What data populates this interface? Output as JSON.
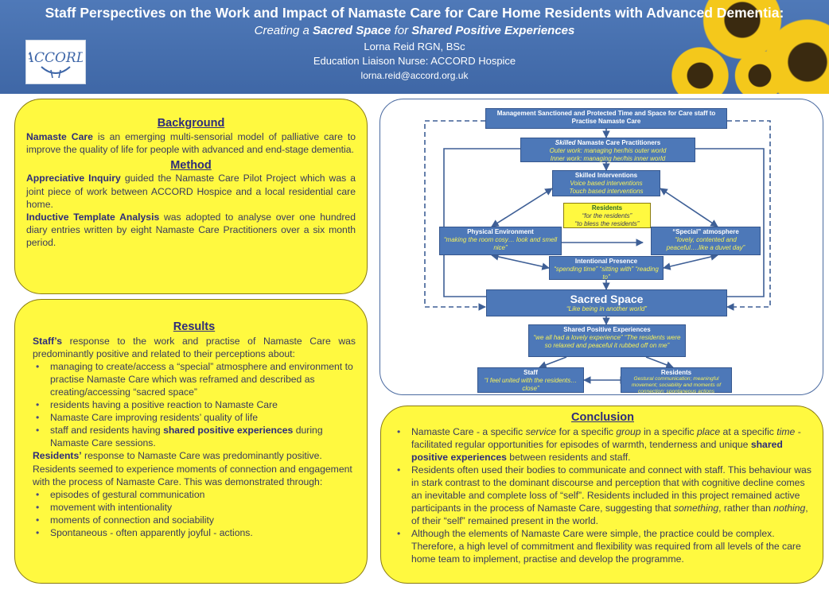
{
  "header": {
    "title": "Staff Perspectives on the Work and Impact of  Namaste Care for Care Home Residents with Advanced Dementia:",
    "subtitle_parts": [
      "Creating a ",
      "Sacred Space",
      " for ",
      "Shared Positive Experiences"
    ],
    "author": "Lorna Reid RGN, BSc",
    "role": "Education Liaison Nurse:  ACCORD Hospice",
    "email": "lorna.reid@accord.org.uk",
    "logo_text": "ACCORD"
  },
  "background": {
    "heading": "Background",
    "lead": "Namaste Care",
    "text": " is an emerging multi-sensorial model of palliative care to improve the quality of life for people with advanced and end-stage dementia."
  },
  "method": {
    "heading": "Method",
    "p1_lead": "Appreciative Inquiry",
    "p1_text": "  guided the Namaste Care Pilot Project  which was a joint piece of work between ACCORD Hospice and a local residential care home.",
    "p2_lead": "Inductive Template Analysis",
    "p2_text": " was adopted to analyse over one hundred diary entries written by eight Namaste Care Practitioners over a six month period."
  },
  "results": {
    "heading": "Results",
    "staff_lead": "Staff’s",
    "staff_text": " response to the work and practise of Namaste Care was predominantly positive and related to their perceptions about:",
    "staff_bullets": [
      "managing to create/access a “special” atmosphere and environment to practise Namaste Care which was reframed and described  as creating/accessing “sacred space”",
      "residents having a positive reaction to Namaste Care",
      "Namaste Care improving residents’ quality of life"
    ],
    "staff_bullet4_pre": "staff and residents having ",
    "staff_bullet4_bold": "shared positive experiences",
    "staff_bullet4_post": " during Namaste Care sessions.",
    "res_lead": "Residents’",
    "res_text": " response to Namaste Care was predominantly positive. Residents seemed to experience moments of connection and engagement with the process of Namaste Care. This was demonstrated through:",
    "res_bullets": [
      "episodes of gestural communication",
      "movement with intentionality",
      "moments of connection and sociability",
      "Spontaneous - often apparently joyful - actions."
    ]
  },
  "conclusion": {
    "heading": "Conclusion",
    "b1": [
      "Namaste Care - a specific ",
      "service",
      " for a specific ",
      "group",
      " in a specific ",
      "place",
      " at a specific ",
      "time",
      " - facilitated regular opportunities for episodes of warmth, tenderness and unique ",
      "shared positive experiences",
      " between residents and staff."
    ],
    "b2": [
      "Residents often used their bodies to communicate and connect with staff. This behaviour was in stark contrast to the dominant discourse and perception that with cognitive decline comes an inevitable and complete loss of “self”. Residents included in this project remained active participants in the process of Namaste Care, suggesting that ",
      "something",
      ", rather than ",
      "nothing",
      ", of their “self” remained present in the world."
    ],
    "b3": "Although the elements of Namaste Care were simple, the practice could be complex. Therefore, a  high level of commitment and flexibility was required from all levels of the care home team to implement, practise and develop the programme."
  },
  "diagram": {
    "mgmt": "Management Sanctioned and Protected Time and Space for Care staff to Practise Namaste Care",
    "skilled_a": "Skilled",
    "skilled_b": " Namaste Care Practitioners",
    "outer": "Outer work: managing her/his outer world",
    "inner": "Inner work: managing her/his inner world",
    "interventions": "Skilled Interventions",
    "voice": "Voice based interventions",
    "touch": "Touch  based interventions",
    "residents_head": "Residents",
    "residents_q1": "“for the residents”",
    "residents_q2": "“to bless the residents”",
    "phys": "Physical Environment",
    "phys_q": "“making the room cosy… look and smell nice”",
    "special": "“Special” atmosphere",
    "special_q": "“lovely, contented and peaceful….like a duvet day”",
    "presence": "Intentional Presence",
    "presence_q": "“spending time” “sitting with” “reading to”",
    "sacred": "Sacred Space",
    "sacred_q": "“Like being in another world”",
    "shared": "Shared Positive Experiences",
    "shared_q": "“we all had a lovely experience” “The residents were so relaxed and peaceful it rubbed off on me”",
    "staff": "Staff",
    "staff_q": "“I feel united with the residents…close”",
    "res2": "Residents",
    "res2_q": "Gestural communication; meaningful movement; sociability and moments of connection; spontaneous actions"
  },
  "colors": {
    "header_blue": "#4a73b2",
    "panel_yellow": "#fff940",
    "diagram_box": "#4d78b8",
    "diagram_quote": "#f5f05a"
  }
}
